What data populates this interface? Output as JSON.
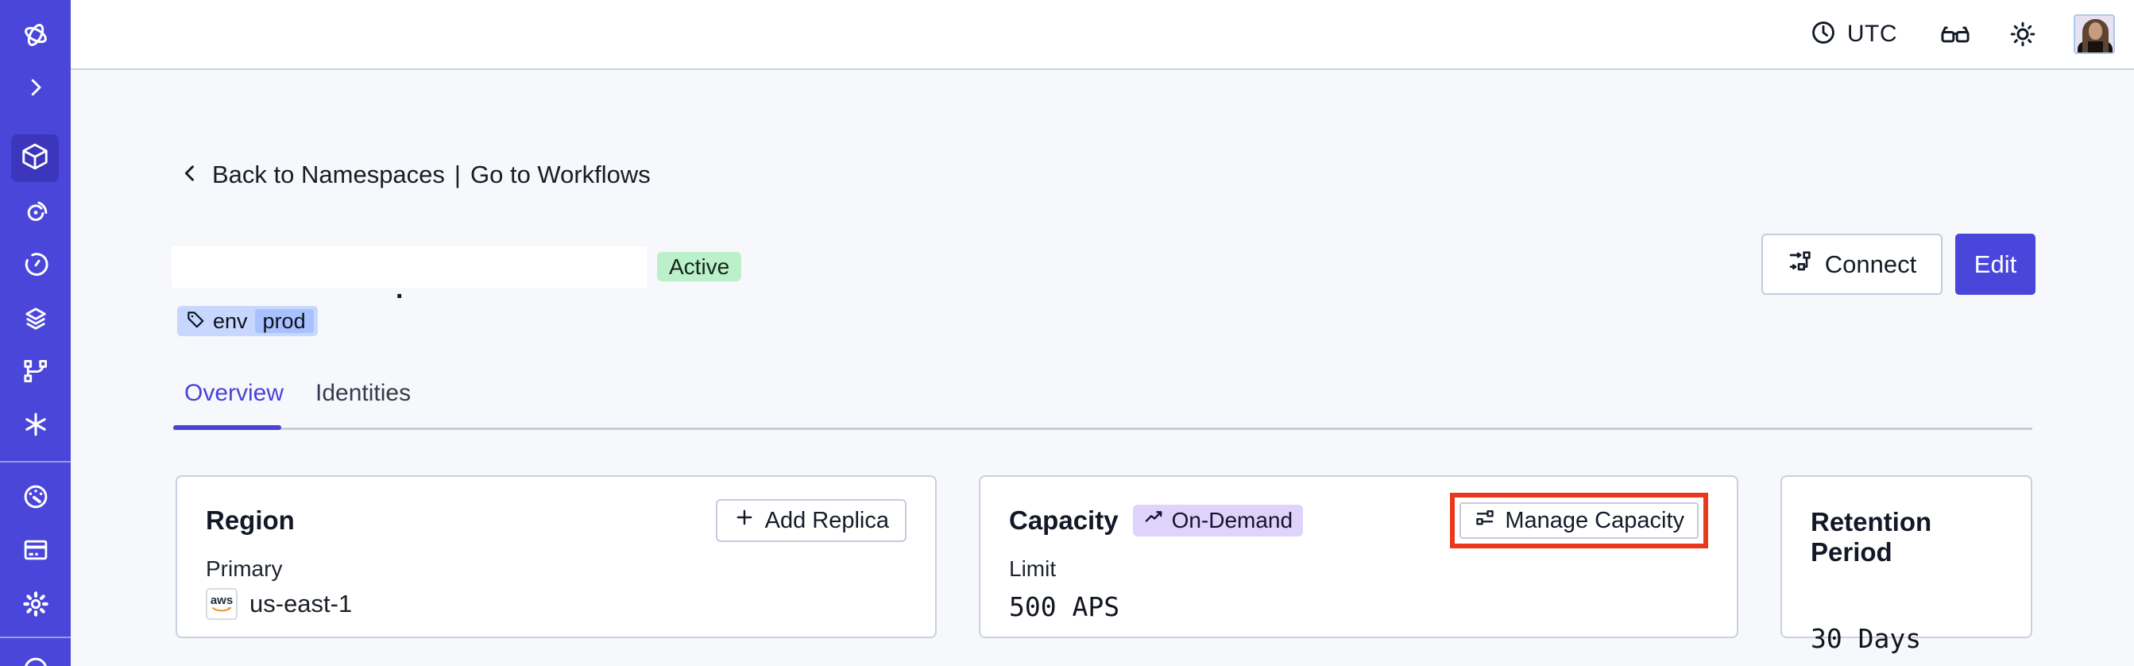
{
  "header": {
    "timezone_label": "UTC"
  },
  "breadcrumb": {
    "back_label": "Back to Namespaces",
    "divider": "|",
    "forward_label": "Go to Workflows"
  },
  "namespace": {
    "title_fragment": ".",
    "status": "Active",
    "tag_key": "env",
    "tag_value": "prod"
  },
  "actions": {
    "connect_label": "Connect",
    "edit_label": "Edit"
  },
  "tabs": {
    "overview": "Overview",
    "identities": "Identities"
  },
  "cards": {
    "region": {
      "title": "Region",
      "add_replica_label": "Add Replica",
      "primary_label": "Primary",
      "provider_label": "aws",
      "region_value": "us-east-1"
    },
    "capacity": {
      "title": "Capacity",
      "badge": "On-Demand",
      "manage_label": "Manage Capacity",
      "limit_label": "Limit",
      "limit_value": "500 APS"
    },
    "retention": {
      "title": "Retention Period",
      "value": "30 Days"
    }
  },
  "icons": {
    "sidebar": [
      "temporal-logo-icon",
      "chevron-right-icon",
      "namespaces-cube-icon",
      "spiral-icon",
      "clock-history-icon",
      "layers-icon",
      "branch-icon",
      "asterisk-icon",
      "gauge-icon",
      "billing-card-icon",
      "gear-icon"
    ],
    "header": [
      "clock-icon",
      "glasses-icon",
      "sun-icon",
      "avatar"
    ]
  },
  "colors": {
    "sidebar": "#4a46d9",
    "sidebar_active_tile": "#3b36bb",
    "accent_indigo": "#4a43d6",
    "active_badge_bg": "#bbf0ca",
    "on_demand_badge_bg": "#ddd3fb",
    "tag_bg": "#c7d7fe",
    "tag_chip_bg": "#a9c1fc",
    "highlight_red": "#e8391c",
    "content_bg": "#f7f8fb"
  }
}
